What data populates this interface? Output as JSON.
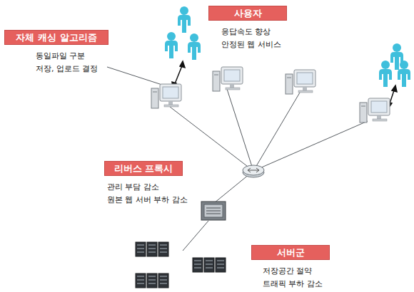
{
  "diagram": {
    "nodes": [
      {
        "text": [
          "자체 캐싱 알고리즘",
          "동일파일 구분",
          "저장, 업로드 결정"
        ]
      },
      {
        "text": [
          "사용자",
          "응답속도 향상",
          "안정된 웹 서비스"
        ]
      },
      {
        "text": [
          "리버스 프록시",
          "관리 부담 감소",
          "원본 웹 서버 부하 감소"
        ]
      },
      {
        "text": [
          "서버군",
          "저장공간 절약",
          "트래픽 부하 감소"
        ]
      }
    ]
  }
}
